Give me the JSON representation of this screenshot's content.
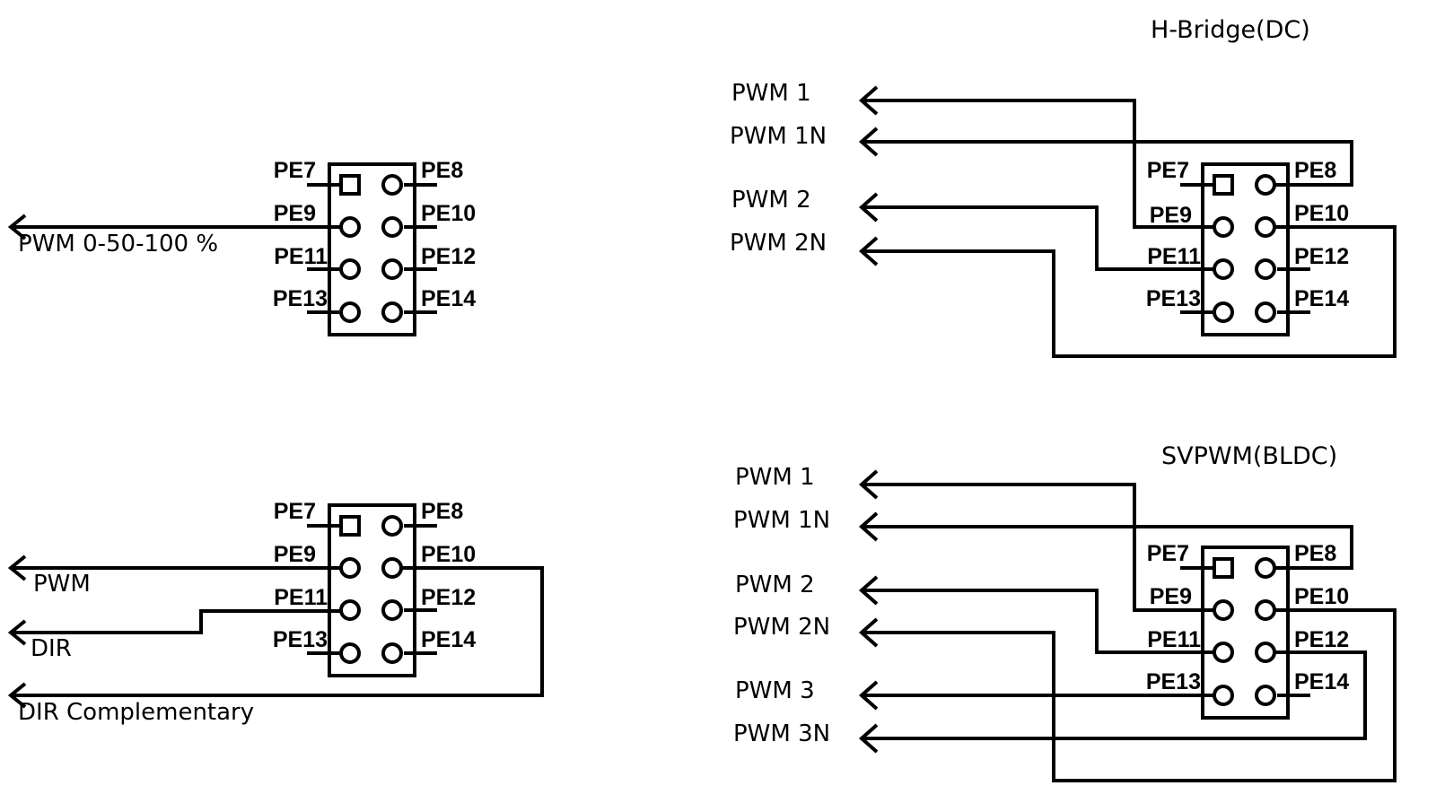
{
  "panels": [
    {
      "id": "pwm-single",
      "title": "",
      "connector": {
        "pins_left": [
          "PE7",
          "PE9",
          "PE11",
          "PE13"
        ],
        "pins_right": [
          "PE8",
          "PE10",
          "PE12",
          "PE14"
        ],
        "pin1_shape": "square"
      },
      "signals": [
        {
          "label": "PWM 0-50-100 %",
          "pin": "PE9"
        }
      ]
    },
    {
      "id": "pwm-dir",
      "title": "",
      "connector": {
        "pins_left": [
          "PE7",
          "PE9",
          "PE11",
          "PE13"
        ],
        "pins_right": [
          "PE8",
          "PE10",
          "PE12",
          "PE14"
        ],
        "pin1_shape": "square"
      },
      "signals": [
        {
          "label": "PWM",
          "pin": "PE9"
        },
        {
          "label": "DIR",
          "pin": "PE11"
        },
        {
          "label": "DIR Complementary",
          "pin": "PE10"
        }
      ]
    },
    {
      "id": "h-bridge",
      "title": "H-Bridge(DC)",
      "connector": {
        "pins_left": [
          "PE7",
          "PE9",
          "PE11",
          "PE13"
        ],
        "pins_right": [
          "PE8",
          "PE10",
          "PE12",
          "PE14"
        ],
        "pin1_shape": "square"
      },
      "signals": [
        {
          "label": "PWM 1",
          "pin": "PE9"
        },
        {
          "label": "PWM 1N",
          "pin": "PE8"
        },
        {
          "label": "PWM 2",
          "pin": "PE11"
        },
        {
          "label": "PWM 2N",
          "pin": "PE10"
        }
      ]
    },
    {
      "id": "svpwm",
      "title": "SVPWM(BLDC)",
      "connector": {
        "pins_left": [
          "PE7",
          "PE9",
          "PE11",
          "PE13"
        ],
        "pins_right": [
          "PE8",
          "PE10",
          "PE12",
          "PE14"
        ],
        "pin1_shape": "square"
      },
      "signals": [
        {
          "label": "PWM 1",
          "pin": "PE9"
        },
        {
          "label": "PWM 1N",
          "pin": "PE8"
        },
        {
          "label": "PWM 2",
          "pin": "PE11"
        },
        {
          "label": "PWM 2N",
          "pin": "PE10"
        },
        {
          "label": "PWM 3",
          "pin": "PE13"
        },
        {
          "label": "PWM 3N",
          "pin": "PE12"
        }
      ]
    }
  ]
}
